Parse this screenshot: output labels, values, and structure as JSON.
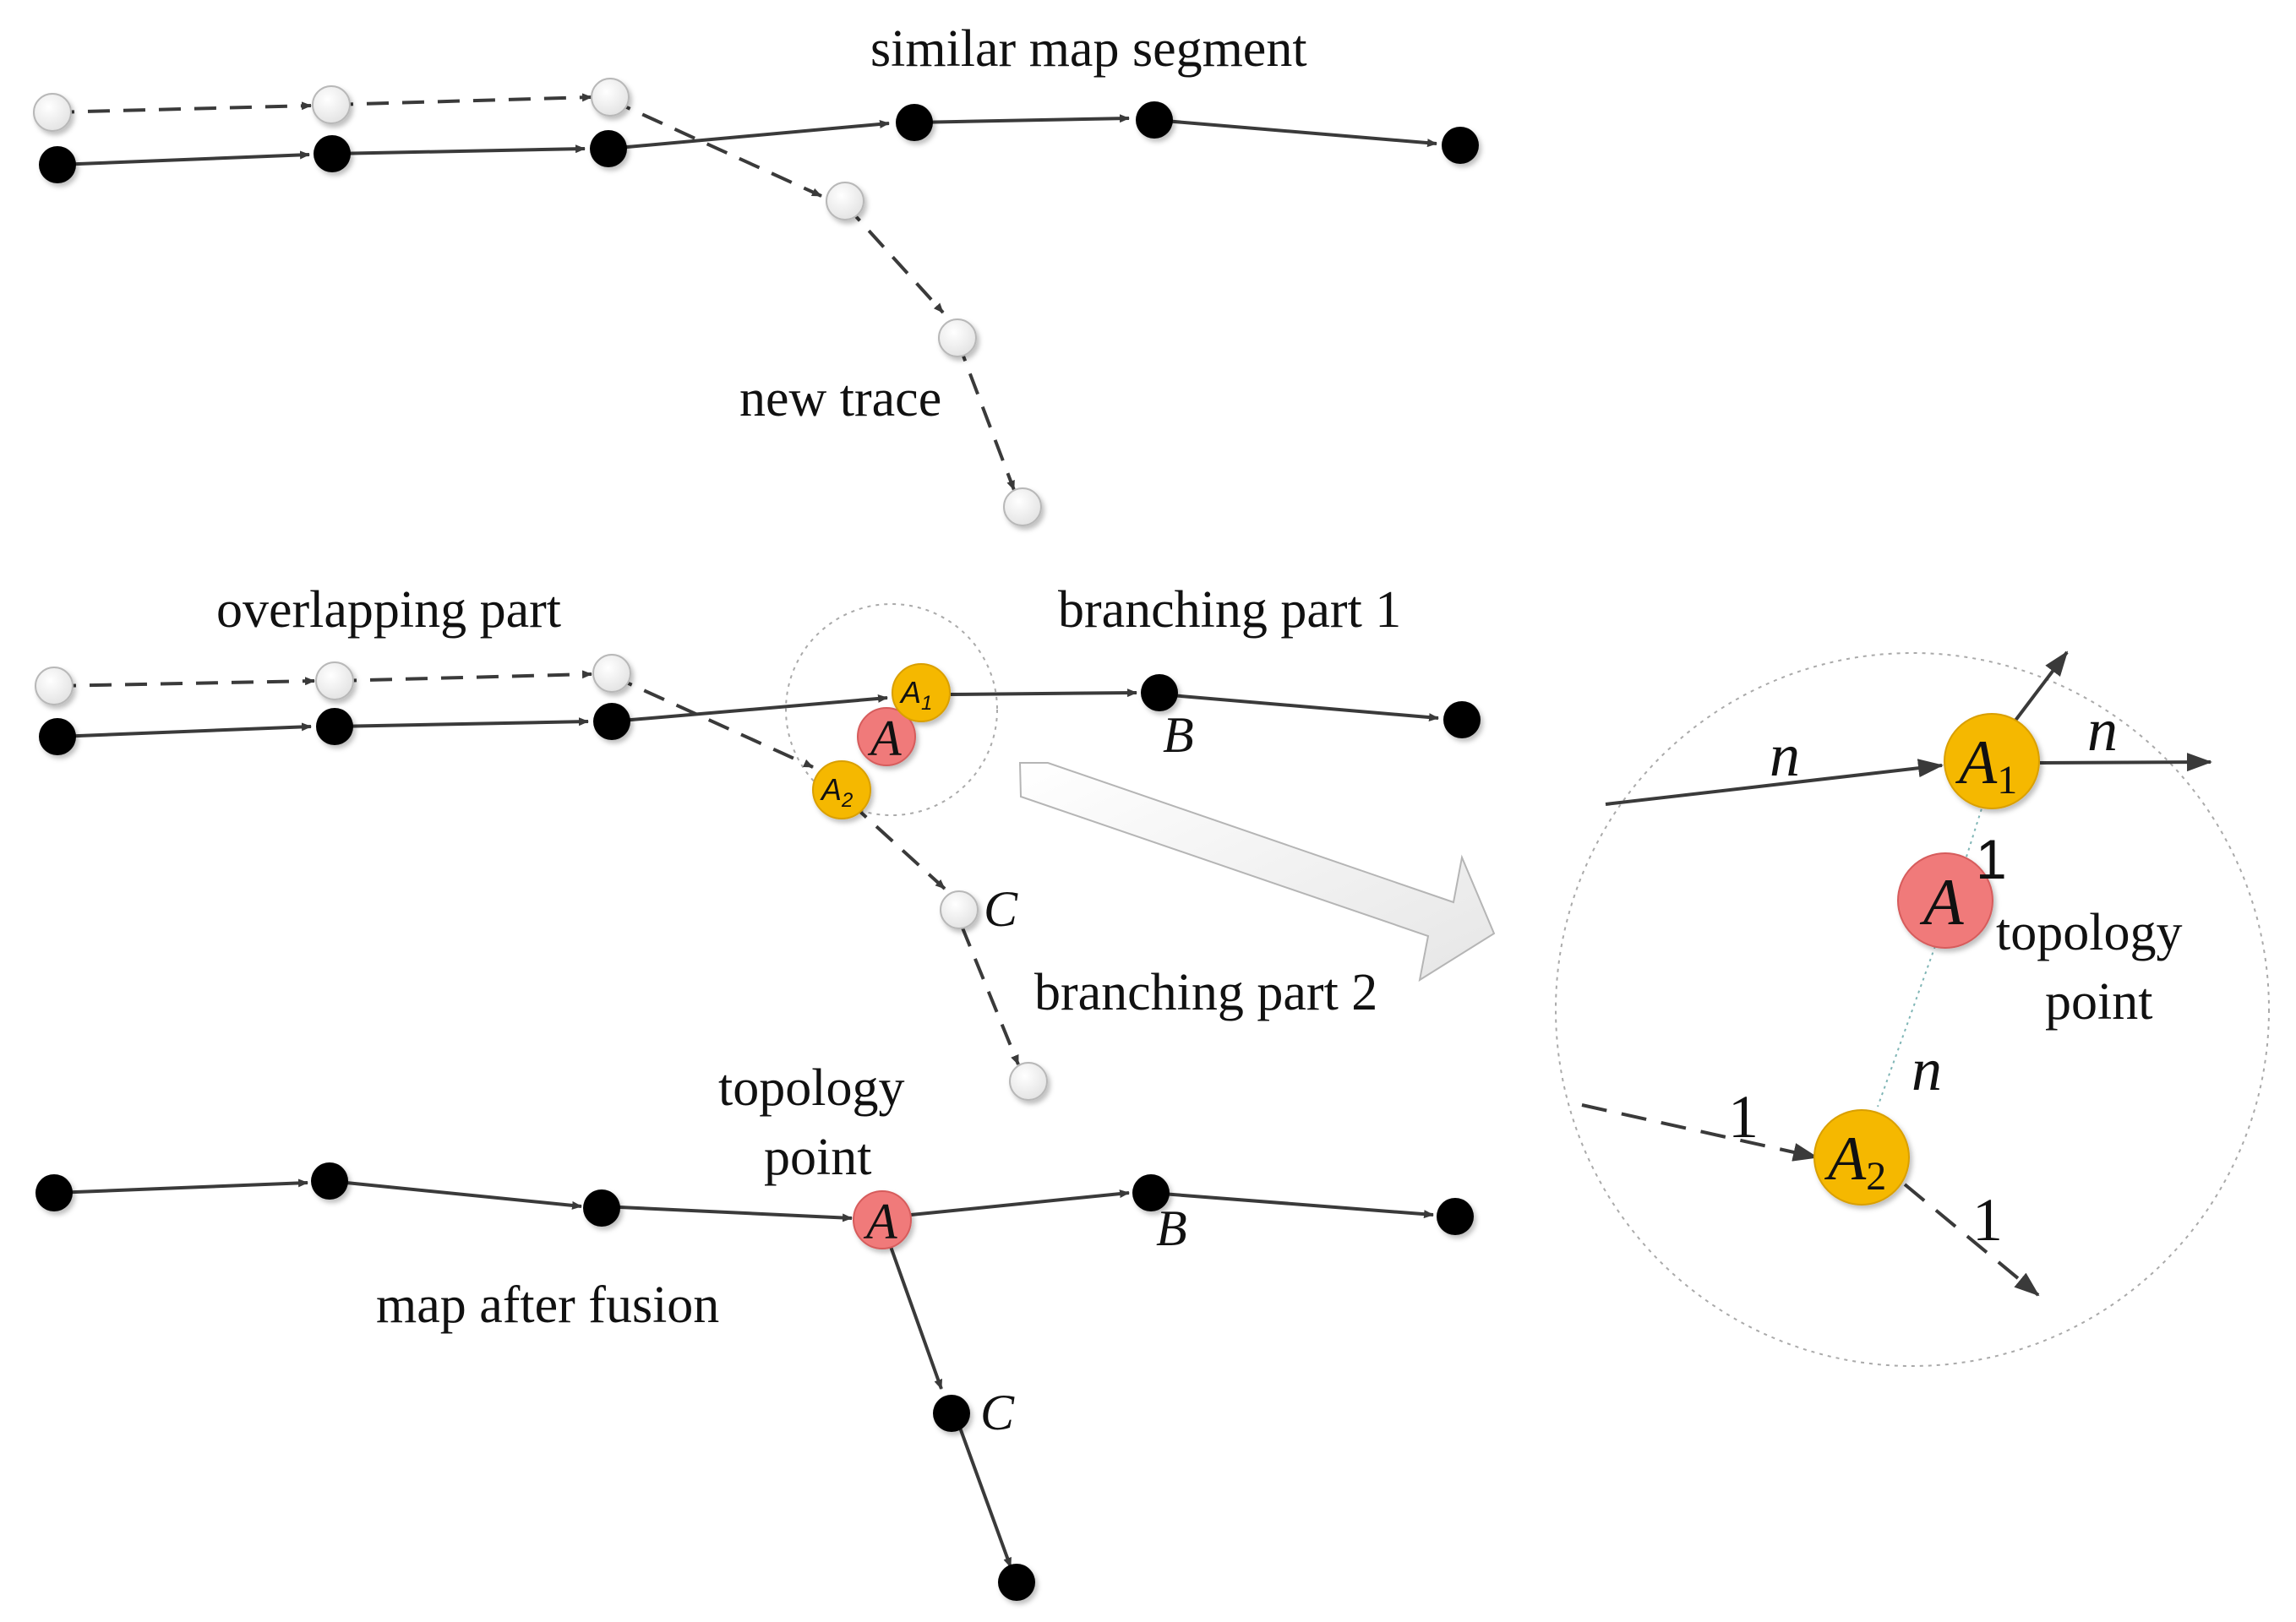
{
  "panel_top": {
    "title": "similar map segment",
    "trace_label": "new trace"
  },
  "panel_middle": {
    "overlap_label": "overlapping part",
    "branch1_label": "branching part 1",
    "branch2_label": "branching part 2",
    "node_a": "A",
    "node_a1": "A",
    "node_a1_sub": "1",
    "node_a2": "A",
    "node_a2_sub": "2",
    "node_b": "B",
    "node_c": "C"
  },
  "panel_bottom": {
    "topology_label_line1": "topology",
    "topology_label_line2": "point",
    "fusion_label": "map after fusion",
    "node_a": "A",
    "node_b": "B",
    "node_c": "C"
  },
  "zoom": {
    "node_a": "A",
    "node_a1": "A",
    "node_a1_sub": "1",
    "node_a2": "A",
    "node_a2_sub": "2",
    "card_in_a1": "n",
    "card_out_a1": "n",
    "card_a_a1": "1",
    "card_a_a2": "n",
    "card_in_a2": "1",
    "card_out_a2": "1",
    "topology_line1": "topology",
    "topology_line2": "point"
  },
  "colors": {
    "map_node": "#000000",
    "trace_node": "#f0f0f0",
    "topology_node": "#f07a7a",
    "branch_node": "#f5b800",
    "edge": "#3a3a3a"
  }
}
